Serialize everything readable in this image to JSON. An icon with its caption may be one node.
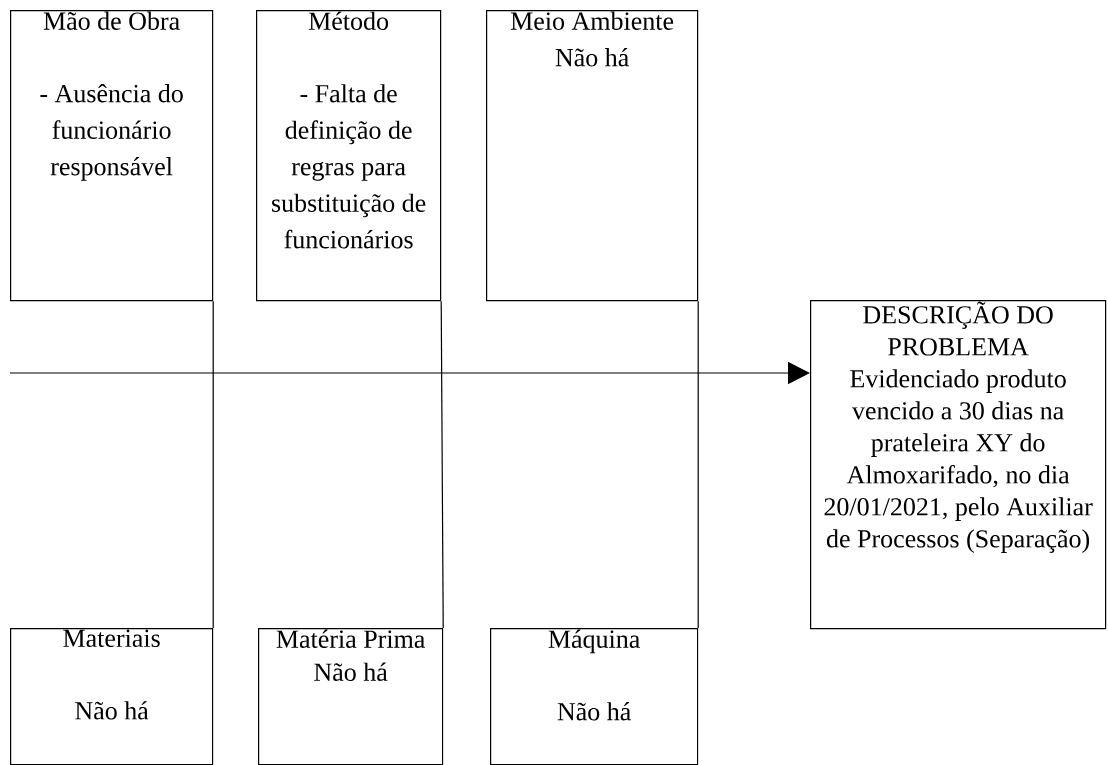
{
  "diagram": {
    "nodes": [
      {
        "text": [
          "Mão de Obra",
          "- Ausência do funcionário responsável"
        ]
      },
      {
        "text": [
          "Método",
          "- Falta de definição de regras para substituição de funcionários"
        ]
      },
      {
        "text": [
          "Meio Ambiente",
          "Não há"
        ]
      },
      {
        "text": [
          "DESCRIÇÃO DO PROBLEMA",
          "Evidenciado produto vencido a 30 dias na prateleira XY do Almoxarifado, no dia 20/01/2021, pelo Auxiliar de Processos (Separação)"
        ]
      },
      {
        "text": [
          "Materiais",
          "Não há"
        ]
      },
      {
        "text": [
          "Matéria Prima",
          "Não há"
        ]
      },
      {
        "text": [
          "Máquina",
          "Não há"
        ]
      }
    ],
    "edges": [
      {
        "from": null,
        "to": 3,
        "arrow": "to"
      },
      {
        "from": 0,
        "to": 4,
        "arrow": "none"
      },
      {
        "from": 1,
        "to": 5,
        "arrow": "none"
      },
      {
        "from": 2,
        "to": 6,
        "arrow": "none"
      }
    ]
  }
}
